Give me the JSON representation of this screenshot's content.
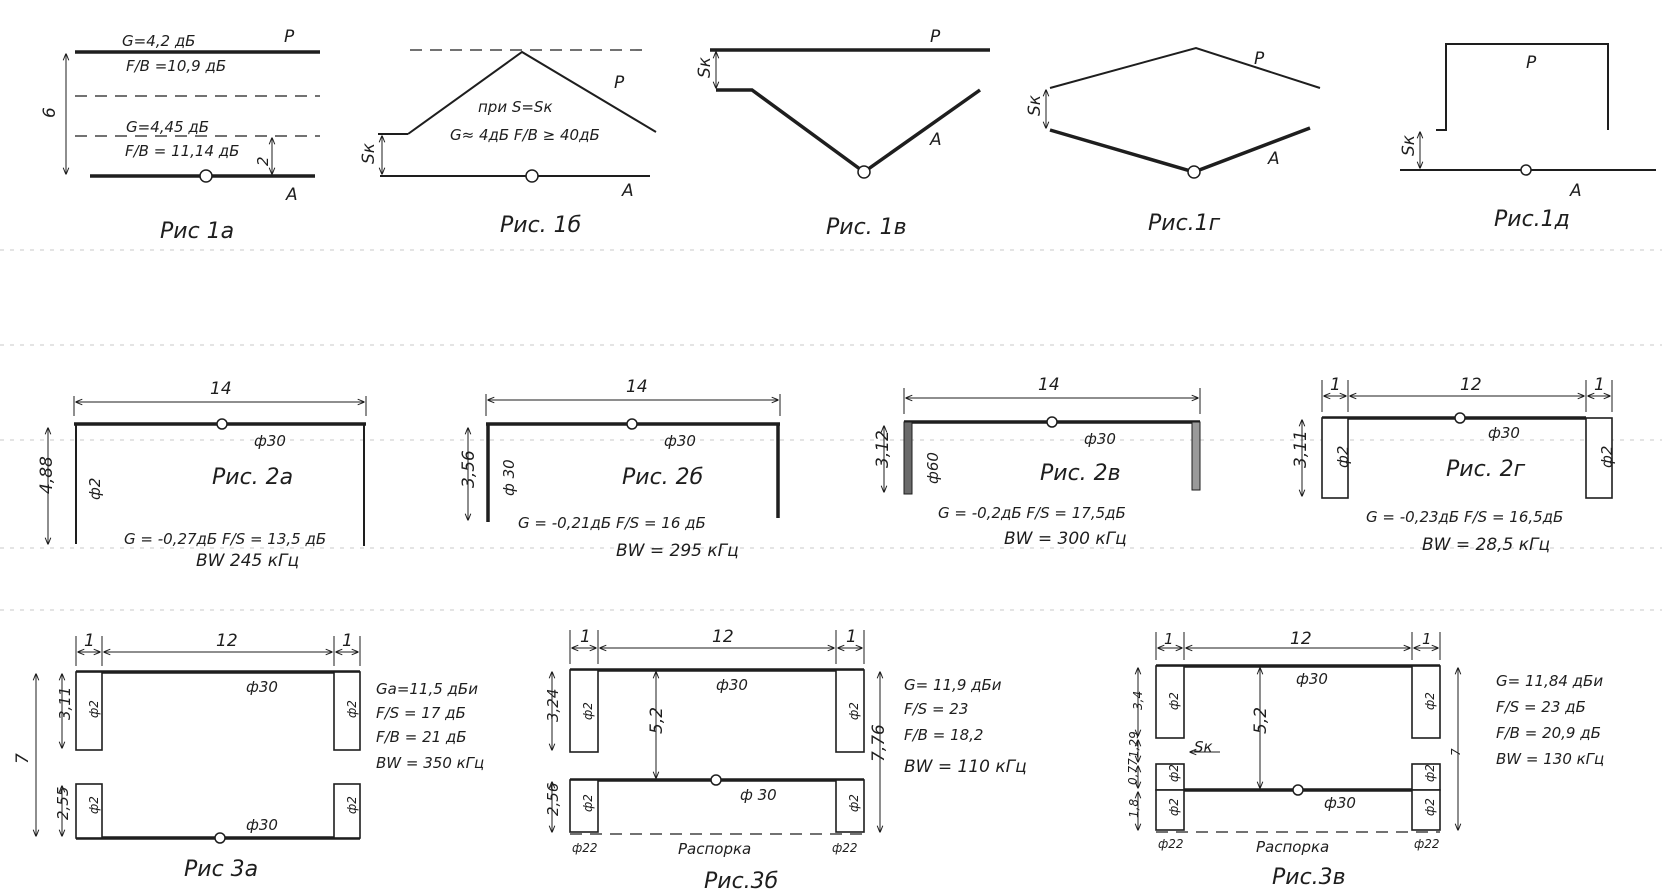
{
  "figures": {
    "fig1a": {
      "caption": "Рис 1а",
      "label_p": "P",
      "label_a": "A",
      "dim_total": "6",
      "dim_lower": "2",
      "upper_g": "G=4,2 дБ",
      "upper_fb": "F/B =10,9 дБ",
      "lower_g": "G=4,45 дБ",
      "lower_fb": "F/B = 11,14 дБ"
    },
    "fig1b": {
      "caption": "Рис. 1б",
      "label_p": "P",
      "label_a": "A",
      "sk": "Sк",
      "cond": "при S=Sк",
      "g_fb": "G≈ 4дБ  F/B ≥ 40дБ"
    },
    "fig1v": {
      "caption": "Рис. 1в",
      "label_p": "P",
      "label_a": "A",
      "sk": "Sк"
    },
    "fig1g": {
      "caption": "Рис.1г",
      "label_p": "P",
      "label_a": "A",
      "sk": "Sк"
    },
    "fig1d": {
      "caption": "Рис.1д",
      "label_p": "P",
      "label_a": "A",
      "sk": "Sк"
    },
    "fig2a": {
      "caption": "Рис. 2а",
      "span": "14",
      "height": "4,88",
      "wire": "ф30",
      "stub": "ф2",
      "g_fs": "G = -0,27дБ  F/S = 13,5 дБ",
      "bw": "BW 245 кГц"
    },
    "fig2b": {
      "caption": "Рис. 2б",
      "span": "14",
      "height": "3,56",
      "wire": "ф30",
      "stub": "ф 30",
      "g_fs": "G = -0,21дБ  F/S = 16 дБ",
      "bw": "BW = 295 кГц"
    },
    "fig2v": {
      "caption": "Рис. 2в",
      "span": "14",
      "height": "3,12",
      "wire": "ф30",
      "stub": "ф60",
      "g_fs": "G = -0,2дБ  F/S = 17,5дБ",
      "bw": "BW = 300 кГц"
    },
    "fig2g": {
      "caption": "Рис. 2г",
      "span_left": "1",
      "span_mid": "12",
      "span_right": "1",
      "height": "3,11",
      "wire": "ф30",
      "stub_left": "ф2",
      "stub_right": "ф2",
      "g_fs": "G = -0,23дБ  F/S = 16,5дБ",
      "bw": "BW = 28,5 кГц"
    },
    "fig3a": {
      "caption": "Рис 3а",
      "span_left": "1",
      "span_mid": "12",
      "span_right": "1",
      "total_h": "7",
      "upper_h": "3,11",
      "lower_h": "2,55",
      "wire_top": "ф30",
      "wire_bot": "ф30",
      "stub": "ф2",
      "g": "Gа=11,5 дБи",
      "fs": "F/S = 17 дБ",
      "fb": "F/B = 21 дБ",
      "bw": "BW = 350 кГц"
    },
    "fig3b": {
      "caption": "Рис.3б",
      "span_left": "1",
      "span_mid": "12",
      "span_right": "1",
      "total_h": "7,76",
      "upper_h": "3,24",
      "mid_h": "5,2",
      "lower_h": "2,56",
      "wire_top": "ф30",
      "wire_bot": "ф 30",
      "stub": "ф2",
      "strut_dia_left": "ф22",
      "strut_dia_right": "ф22",
      "strut": "Распорка",
      "g": "G= 11,9 дБи",
      "fs": "F/S = 23",
      "fb": "F/B = 18,2",
      "bw": "BW = 110 кГц"
    },
    "fig3v": {
      "caption": "Рис.3в",
      "span_left": "1",
      "span_mid": "12",
      "span_right": "1",
      "total_h": "7",
      "upper_h": "3,4",
      "gap_h": "1,29",
      "small_h": "0,77",
      "lower_h": "1,8",
      "mid_h": "5,2",
      "sk": "Sк",
      "wire_top": "ф30",
      "wire_bot": "ф30",
      "stub": "ф2",
      "strut_dia_left": "ф22",
      "strut_dia_right": "ф22",
      "strut": "Распорка",
      "g": "G= 11,84 дБи",
      "fs": "F/S = 23 дБ",
      "fb": "F/B = 20,9 дБ",
      "bw": "BW = 130 кГц"
    }
  }
}
